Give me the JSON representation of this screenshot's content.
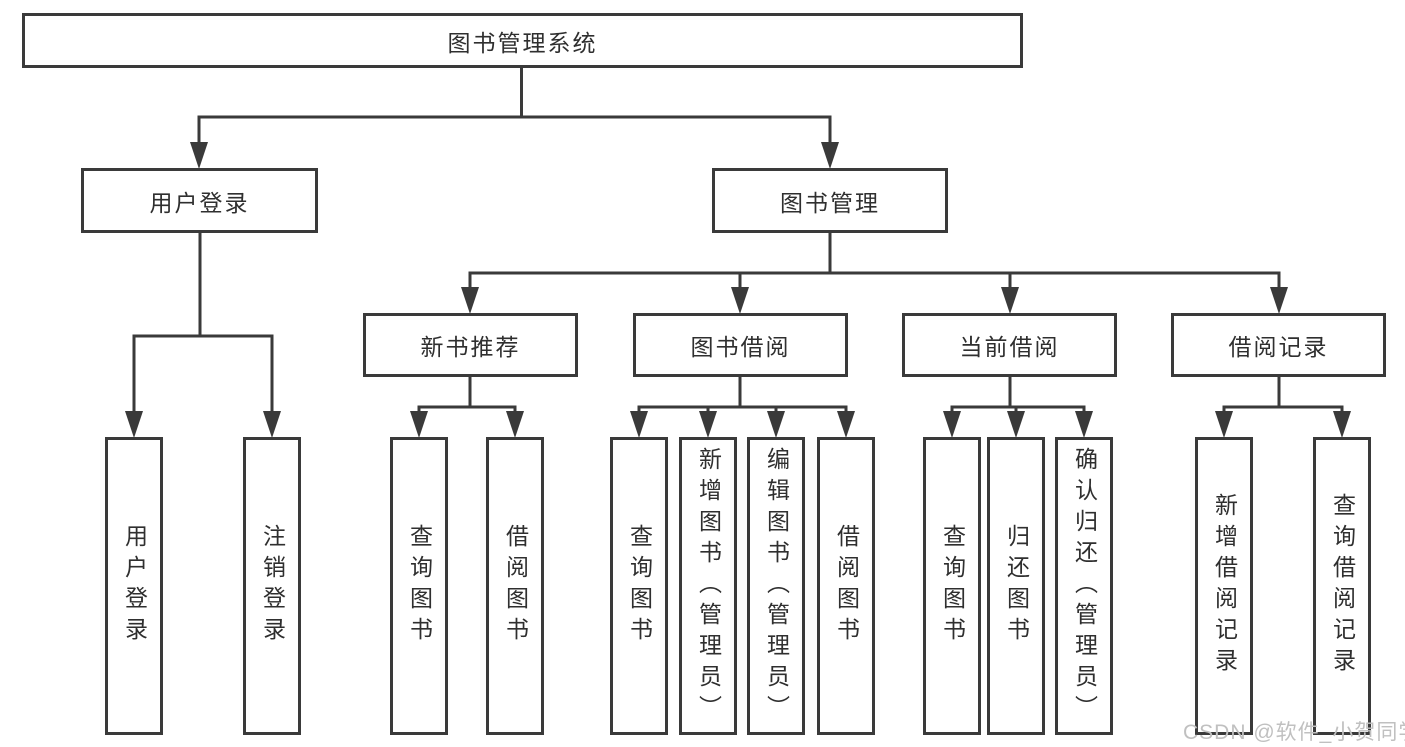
{
  "diagram": {
    "root": {
      "label": "图书管理系统"
    },
    "level2": [
      {
        "label": "用户登录",
        "children": [
          {
            "label": "用户登录"
          },
          {
            "label": "注销登录"
          }
        ]
      },
      {
        "label": "图书管理",
        "children": [
          {
            "label": "新书推荐",
            "children": [
              {
                "label": "查询图书"
              },
              {
                "label": "借阅图书"
              }
            ]
          },
          {
            "label": "图书借阅",
            "children": [
              {
                "label": "查询图书"
              },
              {
                "label": "新增图书（管理员）"
              },
              {
                "label": "编辑图书（管理员）"
              },
              {
                "label": "借阅图书"
              }
            ]
          },
          {
            "label": "当前借阅",
            "children": [
              {
                "label": "查询图书"
              },
              {
                "label": "归还图书"
              },
              {
                "label": "确认归还（管理员）"
              }
            ]
          },
          {
            "label": "借阅记录",
            "children": [
              {
                "label": "新增借阅记录"
              },
              {
                "label": "查询借阅记录"
              }
            ]
          }
        ]
      }
    ]
  },
  "watermark": {
    "text": "CSDN @软件_小贺同学"
  },
  "colors": {
    "line": "#3a3a3a",
    "text": "#2f2f2f",
    "watermark": "#c0c0c0",
    "background": "#ffffff"
  }
}
